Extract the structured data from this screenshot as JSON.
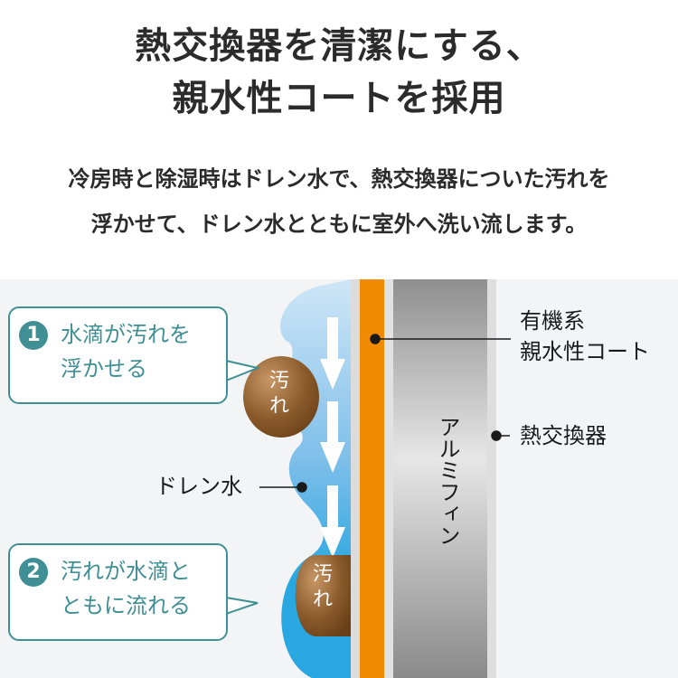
{
  "header": {
    "title_line1": "熱交換器を清潔にする、",
    "title_line2": "親水性コートを採用"
  },
  "description": {
    "line1": "冷房時と除湿時はドレン水で、熱交換器についた汚れを",
    "line2": "浮かせて、ドレン水とともに室外へ洗い流します。"
  },
  "diagram": {
    "steps": [
      {
        "number": "1",
        "line1": "水滴が汚れを",
        "line2": "浮かせる"
      },
      {
        "number": "2",
        "line1": "汚れが水滴と",
        "line2": "ともに流れる"
      }
    ],
    "dirt_label_top": "汚",
    "dirt_label_bottom": "れ",
    "drain_water_label": "ドレン水",
    "coat_label_line1": "有機系",
    "coat_label_line2": "親水性コート",
    "heat_exchanger_label": "熱交換器",
    "fin_label": "アルミフィン",
    "colors": {
      "accent": "#3f8f94",
      "coat": "#f08a00",
      "water_light": "#a9d4f0",
      "water_dark": "#29a7e1",
      "dirt": "#8a5a2b",
      "fin": "#b5b5b5"
    }
  }
}
